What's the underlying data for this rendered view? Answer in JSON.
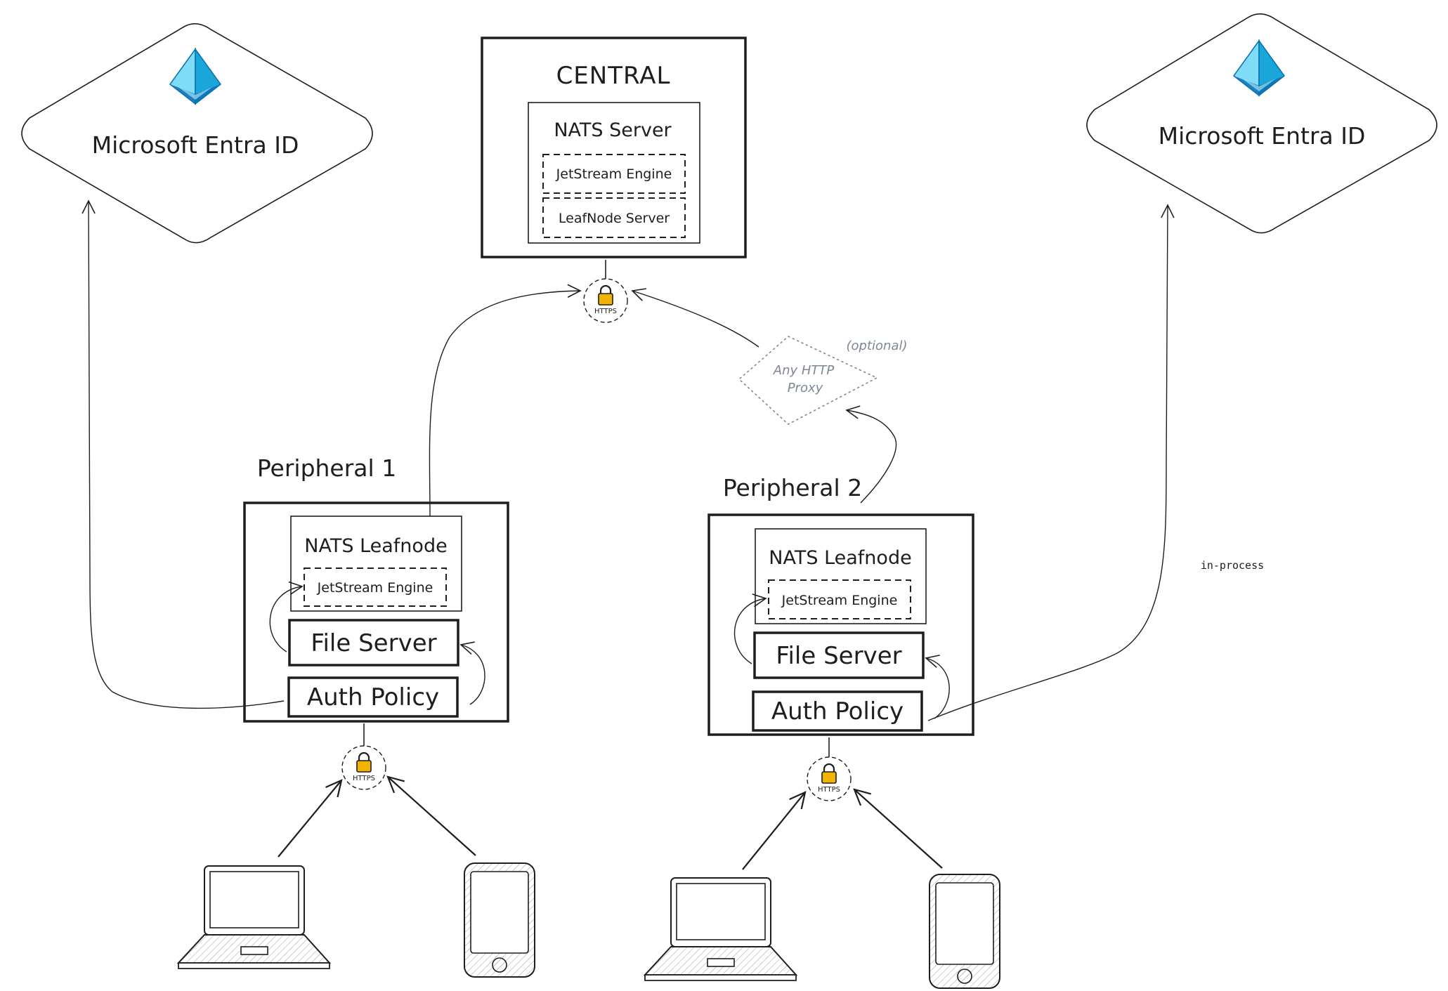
{
  "colors": {
    "ink": "#1e1e1e",
    "muted": "#7d8798",
    "lock": "#f0b400",
    "entra_light": "#7fdcf7",
    "entra_dark": "#1aa6d9",
    "entra_deep": "#0a70b0"
  },
  "icons": {
    "entra": "entra-id-pyramid-icon",
    "lock": "lock-icon",
    "laptop": "laptop-icon",
    "phone": "phone-icon"
  },
  "entra_left": {
    "label": "Microsoft Entra ID"
  },
  "entra_right": {
    "label": "Microsoft Entra ID"
  },
  "central": {
    "title": "CENTRAL",
    "server": "NATS Server",
    "jetstream": "JetStream Engine",
    "leafnode_server": "LeafNode Server"
  },
  "https_label": "HTTPS",
  "proxy": {
    "label_line1": "Any HTTP",
    "label_line2": "Proxy",
    "optional": "(optional)"
  },
  "peripheral1": {
    "title": "Peripheral 1",
    "leafnode": "NATS Leafnode",
    "jetstream": "JetStream Engine",
    "file_server": "File Server",
    "auth_policy": "Auth Policy"
  },
  "peripheral2": {
    "title": "Peripheral 2",
    "leafnode": "NATS Leafnode",
    "jetstream": "JetStream Engine",
    "file_server": "File Server",
    "auth_policy": "Auth Policy"
  },
  "annotation": "in-process"
}
